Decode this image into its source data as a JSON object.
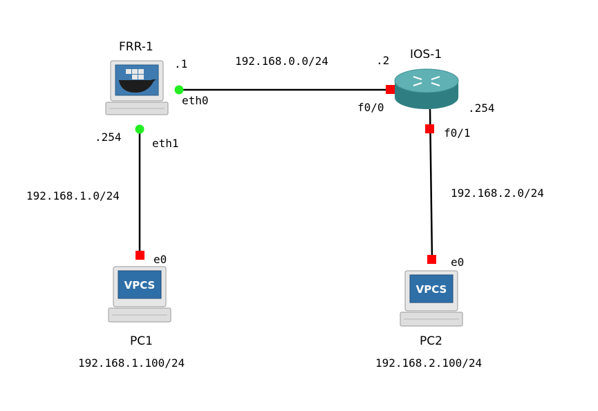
{
  "nodes": {
    "frr1": {
      "name": "FRR-1",
      "icon": "docker-host-icon",
      "eth0_addr": ".1",
      "eth1_addr": ".254"
    },
    "ios1": {
      "name": "IOS-1",
      "icon": "router-icon",
      "f00_addr": ".2",
      "f01_addr": ".254"
    },
    "pc1": {
      "name": "PC1",
      "icon": "vpcs-pc-icon",
      "screen_text": "VPCS",
      "ip": "192.168.1.100/24"
    },
    "pc2": {
      "name": "PC2",
      "icon": "vpcs-pc-icon",
      "screen_text": "VPCS",
      "ip": "192.168.2.100/24"
    }
  },
  "links": {
    "frr_ios": {
      "network": "192.168.0.0/24",
      "a_port": "eth0",
      "b_port": "f0/0"
    },
    "frr_pc1": {
      "network": "192.168.1.0/24",
      "a_port": "eth1",
      "b_port": "e0"
    },
    "ios_pc2": {
      "network": "192.168.2.0/24",
      "a_port": "f0/1",
      "b_port": "e0"
    }
  },
  "colors": {
    "link": "#000000",
    "port_up": "#22ee22",
    "port_down": "#ff0000",
    "router_body": "#3f8f92",
    "screen_blue": "#2f6fa8"
  }
}
